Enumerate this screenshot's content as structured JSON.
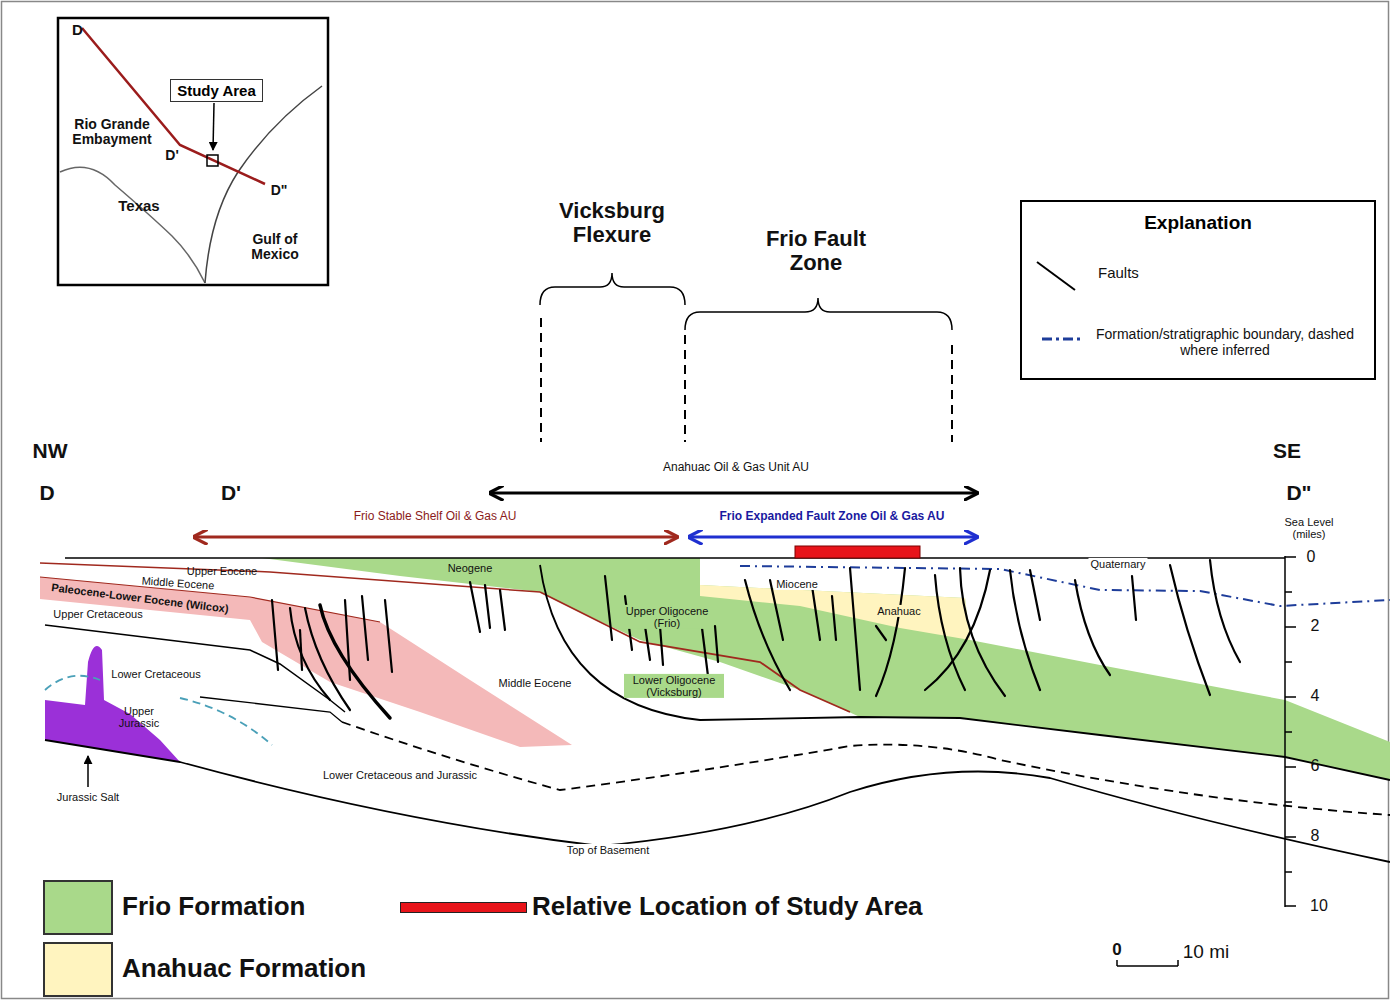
{
  "diagram": {
    "nodes": [
      {
        "text": [
          "Study Area"
        ]
      },
      {
        "text": [
          "Explanation"
        ]
      }
    ],
    "labels": [
      "D",
      "Rio Grande Embayment",
      "D'",
      "D\"",
      "Texas",
      "Gulf of Mexico",
      "Vicksburg Flexure",
      "Frio Fault Zone",
      "NW",
      "SE",
      "D",
      "D'",
      "D\"",
      "Anahuac Oil & Gas Unit AU",
      "Frio Stable Shelf Oil & Gas AU",
      "Frio Expanded Fault Zone Oil & Gas AU",
      "Sea Level (miles)",
      "0",
      "2",
      "4",
      "6",
      "8",
      "10",
      "Upper Eocene",
      "Middle Eocene",
      "Paleocene-Lower Eocene (Wilcox)",
      "Upper Cretaceous",
      "Lower Cretaceous",
      "Upper Jurassic",
      "Jurassic Salt",
      "Neogene",
      "Middle Eocene",
      "Upper Oligocene (Frio)",
      "Lower Oligocene (Vicksburg)",
      "Miocene",
      "Anahuac",
      "Quaternary",
      "Lower Cretaceous and Jurassic",
      "Top of Basement",
      "0",
      "10 mi"
    ],
    "legend": [
      {
        "text": "Faults"
      },
      {
        "text": "Formation/stratigraphic boundary, dashed where inferred"
      },
      {
        "text": "Frio Formation",
        "color": "#a9d98a"
      },
      {
        "text": "Anahuac Formation",
        "color": "#fff4bf"
      },
      {
        "text": "Relative Location of Study Area",
        "color": "#e8141a"
      }
    ]
  }
}
